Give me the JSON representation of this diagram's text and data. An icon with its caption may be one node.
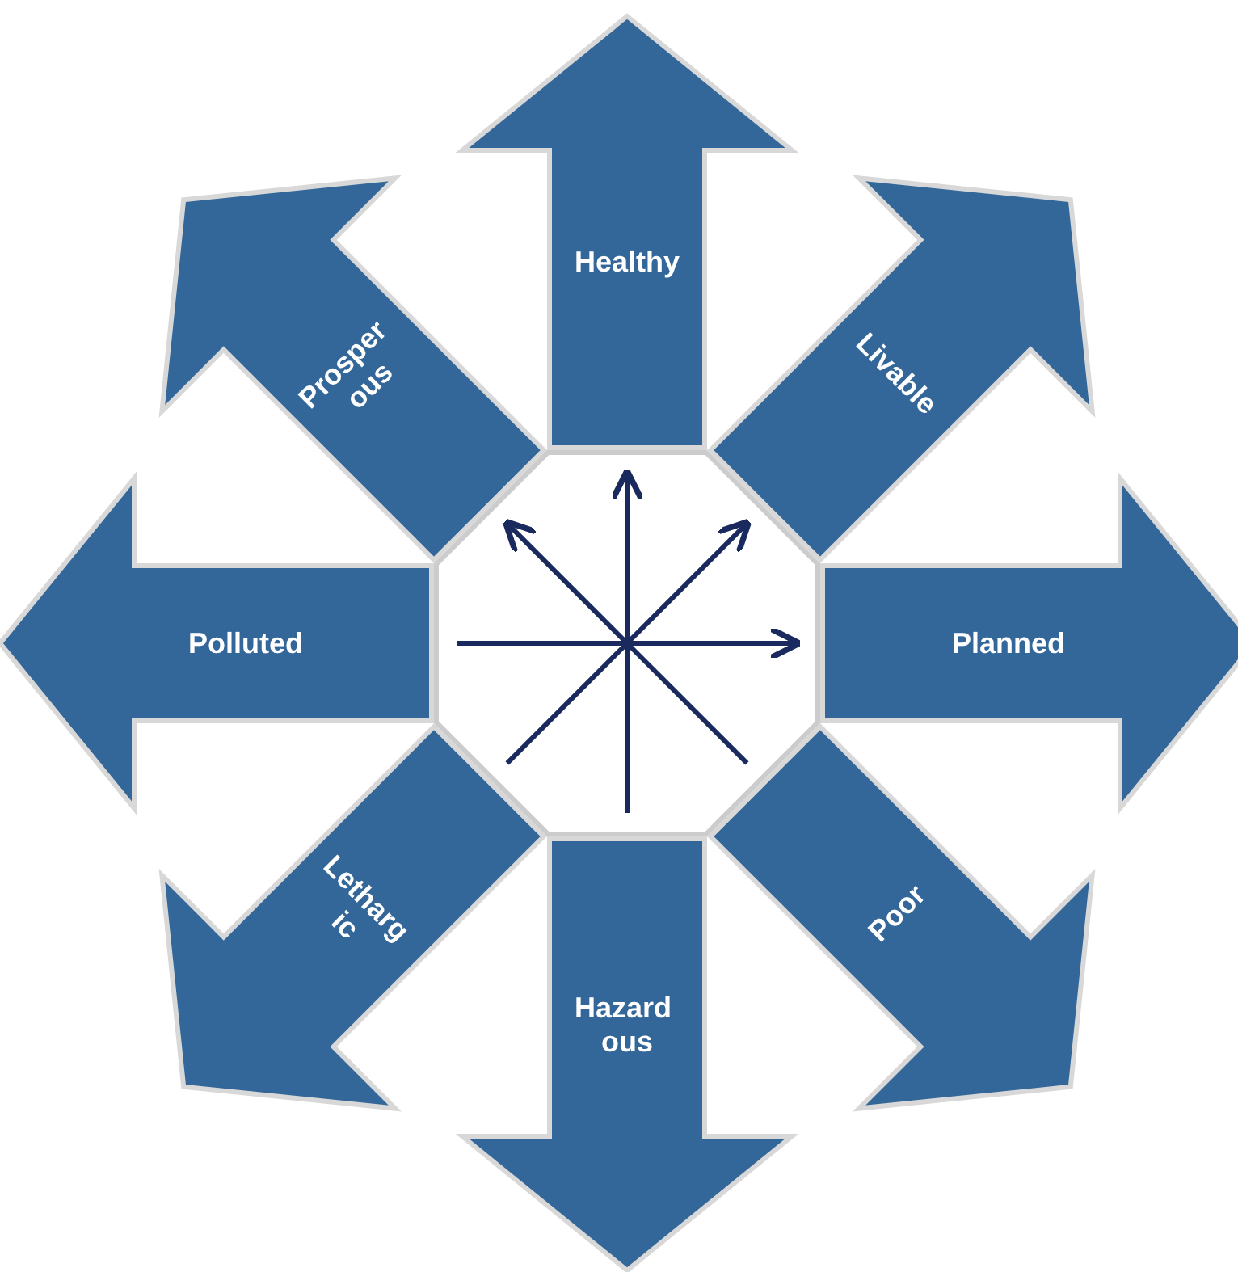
{
  "diagram": {
    "nodes": [
      {
        "text": [
          "Healthy"
        ]
      },
      {
        "text": [
          "Prosper ous"
        ]
      },
      {
        "text": [
          "Livable"
        ]
      },
      {
        "text": [
          "Polluted"
        ]
      },
      {
        "text": [
          "Planned"
        ]
      },
      {
        "text": [
          "Letharg ic"
        ]
      },
      {
        "text": [
          "Poor"
        ]
      },
      {
        "text": [
          "Hazard ous"
        ]
      },
      {
        "text": [],
        "shape": "octagon"
      }
    ]
  }
}
